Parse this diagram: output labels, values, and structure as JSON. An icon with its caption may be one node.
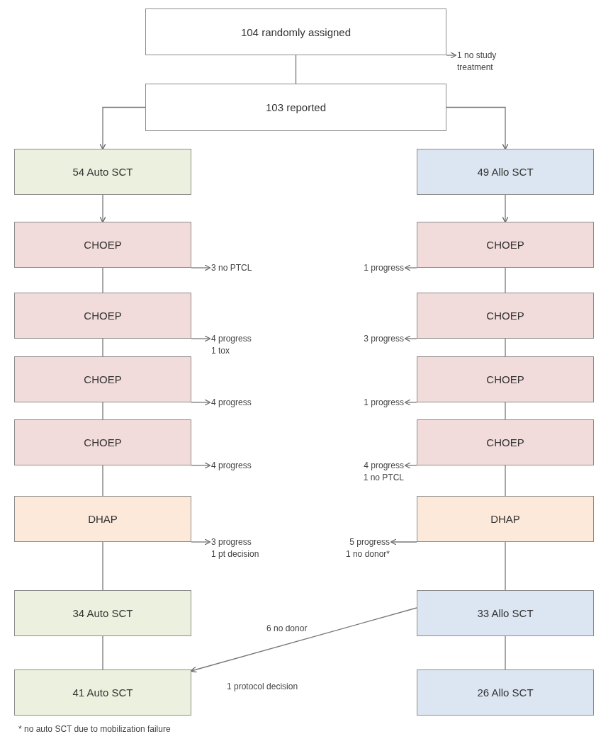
{
  "diagram": {
    "nodes": [
      {
        "text": [
          "104 randomly assigned"
        ]
      },
      {
        "text": [
          "103 reported"
        ]
      },
      {
        "text": [
          "54 Auto SCT"
        ]
      },
      {
        "text": [
          "49 Allo SCT"
        ]
      },
      {
        "text": [
          "CHOEP"
        ]
      },
      {
        "text": [
          "CHOEP"
        ]
      },
      {
        "text": [
          "CHOEP"
        ]
      },
      {
        "text": [
          "CHOEP"
        ]
      },
      {
        "text": [
          "DHAP"
        ]
      },
      {
        "text": [
          "CHOEP"
        ]
      },
      {
        "text": [
          "CHOEP"
        ]
      },
      {
        "text": [
          "CHOEP"
        ]
      },
      {
        "text": [
          "CHOEP"
        ]
      },
      {
        "text": [
          "DHAP"
        ]
      },
      {
        "text": [
          "34 Auto SCT"
        ]
      },
      {
        "text": [
          "33 Allo SCT"
        ]
      },
      {
        "text": [
          "41 Auto SCT"
        ]
      },
      {
        "text": [
          "26 Allo SCT"
        ]
      },
      {
        "text": [
          "1 no study treatment"
        ]
      },
      {
        "text": [
          "3 no PTCL"
        ]
      },
      {
        "text": [
          "4 progress",
          "1 tox"
        ]
      },
      {
        "text": [
          "4 progress"
        ]
      },
      {
        "text": [
          "4 progress"
        ]
      },
      {
        "text": [
          "3 progress",
          "1 pt decision"
        ]
      },
      {
        "text": [
          "1 progress"
        ]
      },
      {
        "text": [
          "3 progress"
        ]
      },
      {
        "text": [
          "1 progress"
        ]
      },
      {
        "text": [
          "4 progress",
          "1 no PTCL"
        ]
      },
      {
        "text": [
          "5 progress",
          "1 no donor*"
        ]
      }
    ],
    "edges": [
      {
        "from": 0,
        "to": 1,
        "arrow": "none"
      },
      {
        "from": 0,
        "to": 18,
        "arrow": "to"
      },
      {
        "from": 1,
        "to": 2,
        "arrow": "to"
      },
      {
        "from": 1,
        "to": 3,
        "arrow": "to"
      },
      {
        "from": 2,
        "to": 4,
        "arrow": "to"
      },
      {
        "from": 4,
        "to": 5,
        "arrow": "none"
      },
      {
        "from": 5,
        "to": 6,
        "arrow": "none"
      },
      {
        "from": 6,
        "to": 7,
        "arrow": "none"
      },
      {
        "from": 7,
        "to": 8,
        "arrow": "none"
      },
      {
        "from": 8,
        "to": 14,
        "arrow": "none"
      },
      {
        "from": 14,
        "to": 16,
        "arrow": "none"
      },
      {
        "from": 3,
        "to": 9,
        "arrow": "to"
      },
      {
        "from": 9,
        "to": 10,
        "arrow": "none"
      },
      {
        "from": 10,
        "to": 11,
        "arrow": "none"
      },
      {
        "from": 11,
        "to": 12,
        "arrow": "none"
      },
      {
        "from": 12,
        "to": 13,
        "arrow": "none"
      },
      {
        "from": 13,
        "to": 15,
        "arrow": "none"
      },
      {
        "from": 15,
        "to": 17,
        "arrow": "none"
      },
      {
        "from": 15,
        "to": 16,
        "arrow": "to",
        "label": "6 no donor"
      },
      {
        "from": 4,
        "to": 19,
        "arrow": "to"
      },
      {
        "from": 5,
        "to": 20,
        "arrow": "to"
      },
      {
        "from": 6,
        "to": 21,
        "arrow": "to"
      },
      {
        "from": 7,
        "to": 22,
        "arrow": "to"
      },
      {
        "from": 8,
        "to": 23,
        "arrow": "to"
      },
      {
        "from": 9,
        "to": 24,
        "arrow": "to"
      },
      {
        "from": 10,
        "to": 25,
        "arrow": "to"
      },
      {
        "from": 11,
        "to": 26,
        "arrow": "to"
      },
      {
        "from": 12,
        "to": 27,
        "arrow": "to"
      },
      {
        "from": 13,
        "to": 28,
        "arrow": "to"
      }
    ],
    "labels": [
      "1 protocol decision",
      "* no auto SCT due to mobilization failure"
    ]
  }
}
